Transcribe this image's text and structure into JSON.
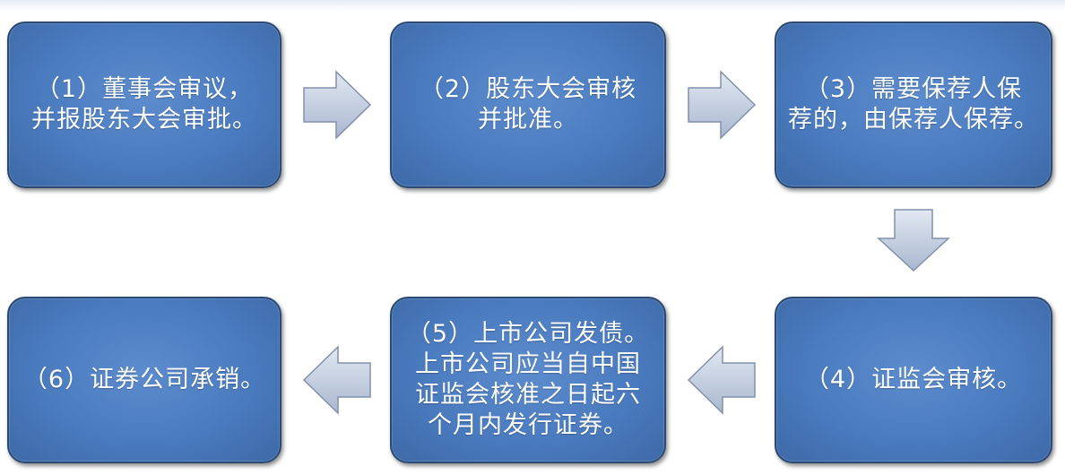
{
  "steps": [
    {
      "label": "（1）董事会审议，\n并报股东大会审批。"
    },
    {
      "label": "（2）股东大会审核\n并批准。"
    },
    {
      "label": "（3）需要保荐人保\n荐的，由保荐人保荐。"
    },
    {
      "label": "（4）证监会审核。"
    },
    {
      "label": "（5）上市公司发债。\n上市公司应当自中国\n证监会核准之日起六\n个月内发行证券。"
    },
    {
      "label": "（6）证券公司承销。"
    }
  ],
  "colors": {
    "box_fill": "#4a7bbf",
    "box_border": "#2b4a73",
    "arrow_fill": "#b9c6dc",
    "arrow_stroke": "#8190ab"
  },
  "flow": {
    "arrow_icon": "block-arrow",
    "directions": [
      "right",
      "right",
      "down",
      "left",
      "left"
    ]
  }
}
